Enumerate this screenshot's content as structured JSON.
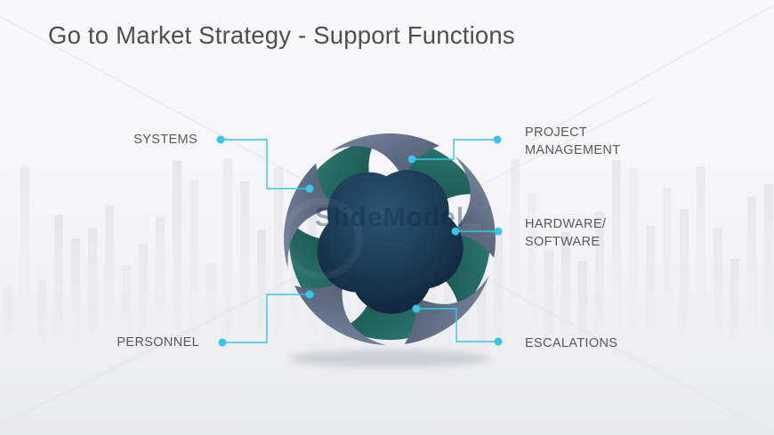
{
  "slide": {
    "title": "Go to Market Strategy - Support Functions"
  },
  "watermark": {
    "brand": "SlideModel",
    "tld": ".com"
  },
  "labels": {
    "systems": "SYSTEMS",
    "project_management": [
      "PROJECT",
      "MANAGEMENT"
    ],
    "hardware_software": [
      "HARDWARE/",
      "SOFTWARE"
    ],
    "escalations": "ESCALATIONS",
    "personnel": "PERSONNEL"
  },
  "colors": {
    "accent": "#38c6e7",
    "blade": "#5d6b81",
    "petal": "#21615b",
    "core": "#1d3f5a",
    "label_text": "#595959",
    "title_text": "#4f4f4f"
  }
}
